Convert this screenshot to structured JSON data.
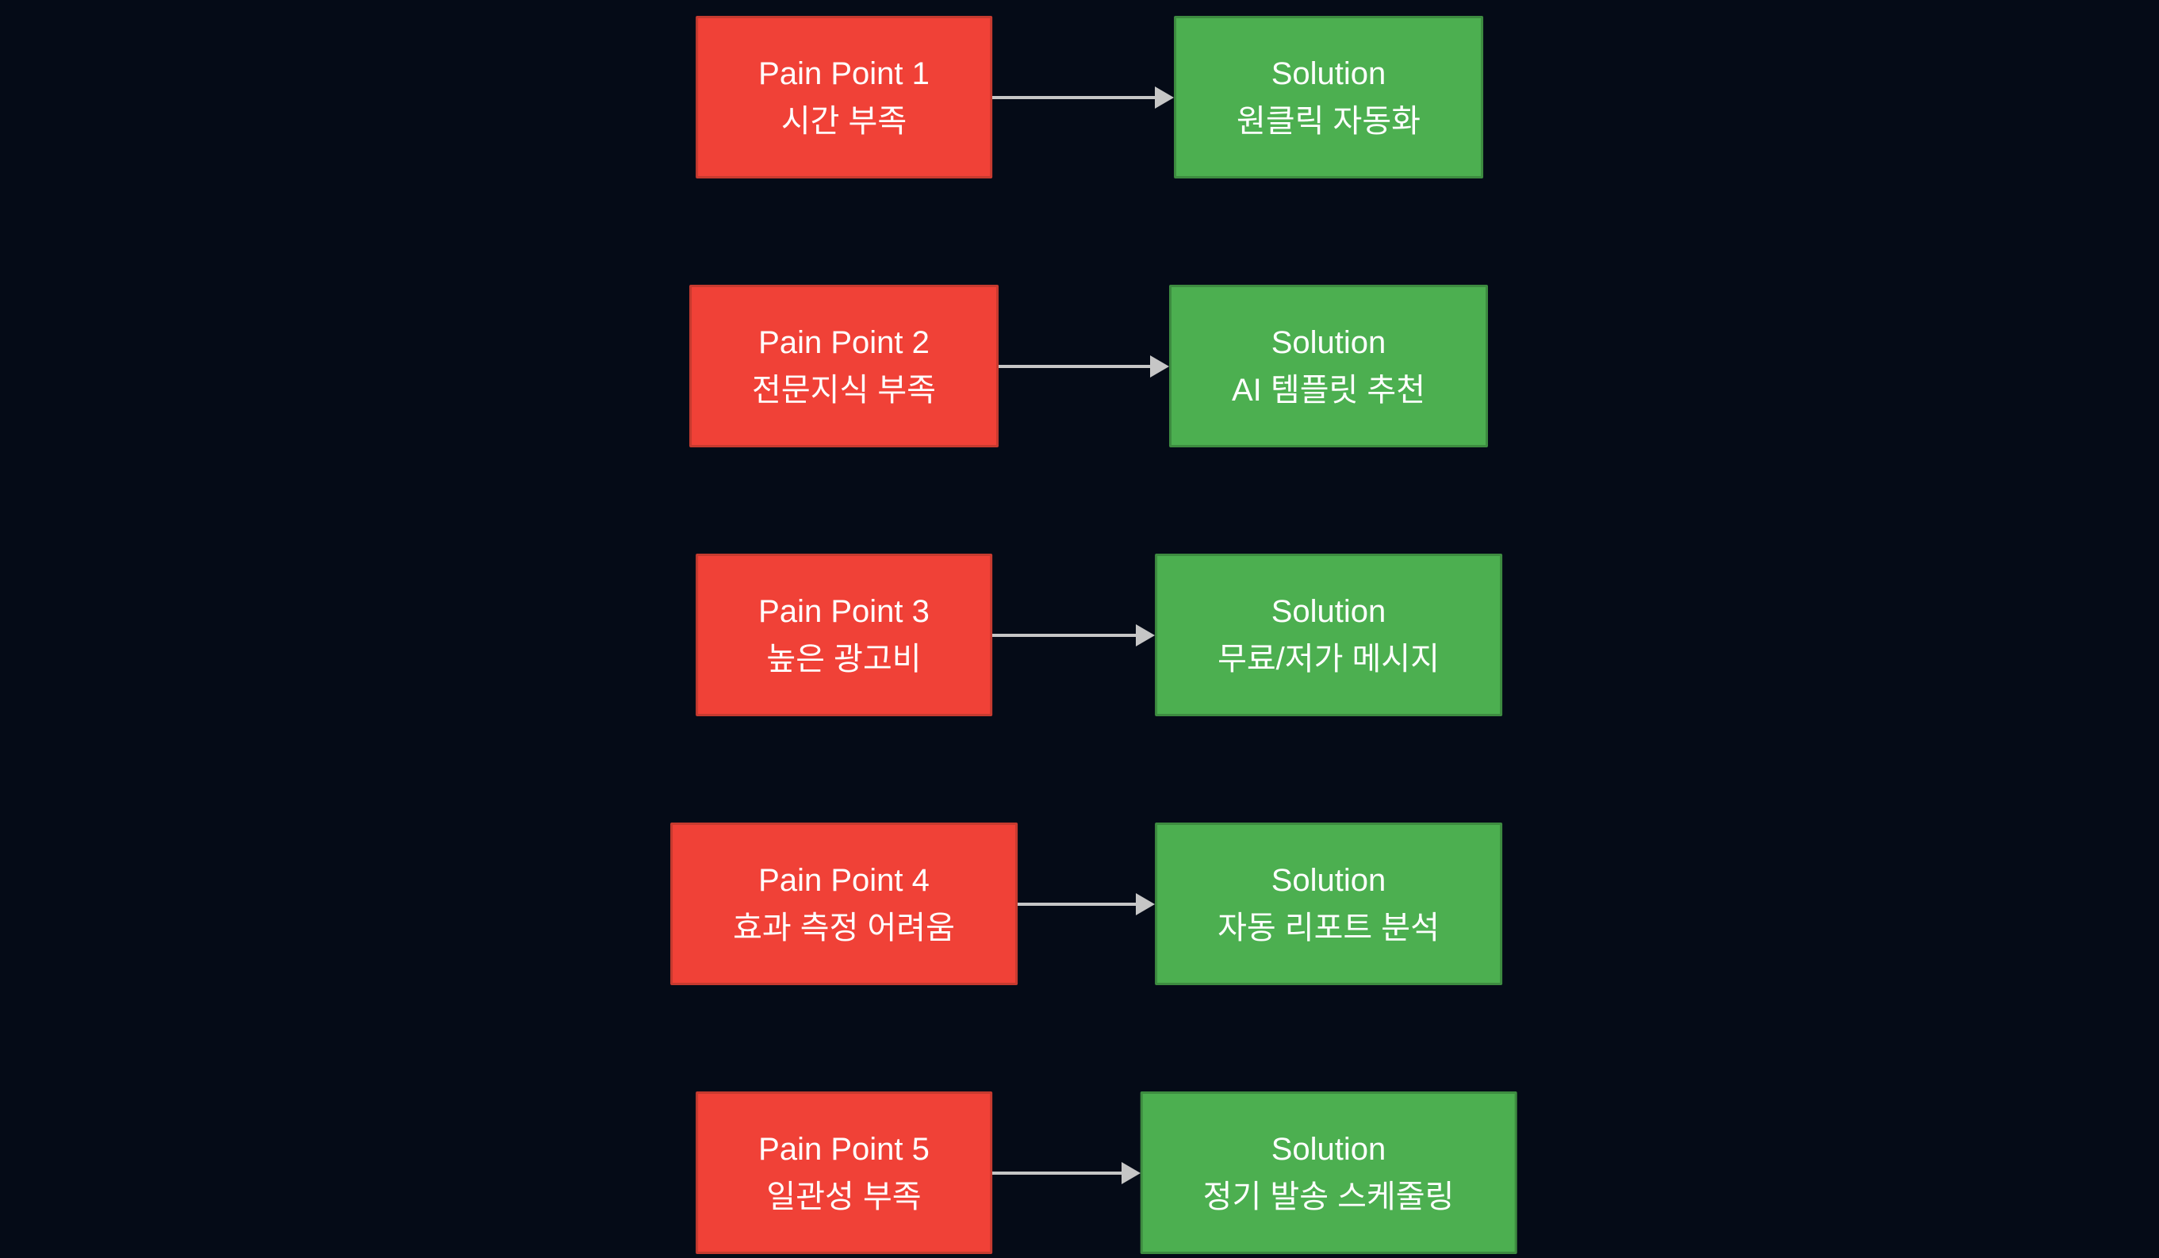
{
  "diagram": {
    "colors": {
      "background": "#050b17",
      "pain_fill": "#f04137",
      "pain_border": "#c63a2f",
      "solution_fill": "#4caf50",
      "solution_border": "#3d8b40",
      "arrow": "#c6c6c6",
      "text": "#ffffff"
    },
    "rows": [
      {
        "pain_title": "Pain Point 1",
        "pain_label": "시간 부족",
        "solution_title": "Solution",
        "solution_label": "원클릭 자동화"
      },
      {
        "pain_title": "Pain Point 2",
        "pain_label": "전문지식 부족",
        "solution_title": "Solution",
        "solution_label": "AI 템플릿 추천"
      },
      {
        "pain_title": "Pain Point 3",
        "pain_label": "높은 광고비",
        "solution_title": "Solution",
        "solution_label": "무료/저가 메시지"
      },
      {
        "pain_title": "Pain Point 4",
        "pain_label": "효과 측정 어려움",
        "solution_title": "Solution",
        "solution_label": "자동 리포트 분석"
      },
      {
        "pain_title": "Pain Point 5",
        "pain_label": "일관성 부족",
        "solution_title": "Solution",
        "solution_label": "정기 발송 스케줄링"
      }
    ]
  }
}
